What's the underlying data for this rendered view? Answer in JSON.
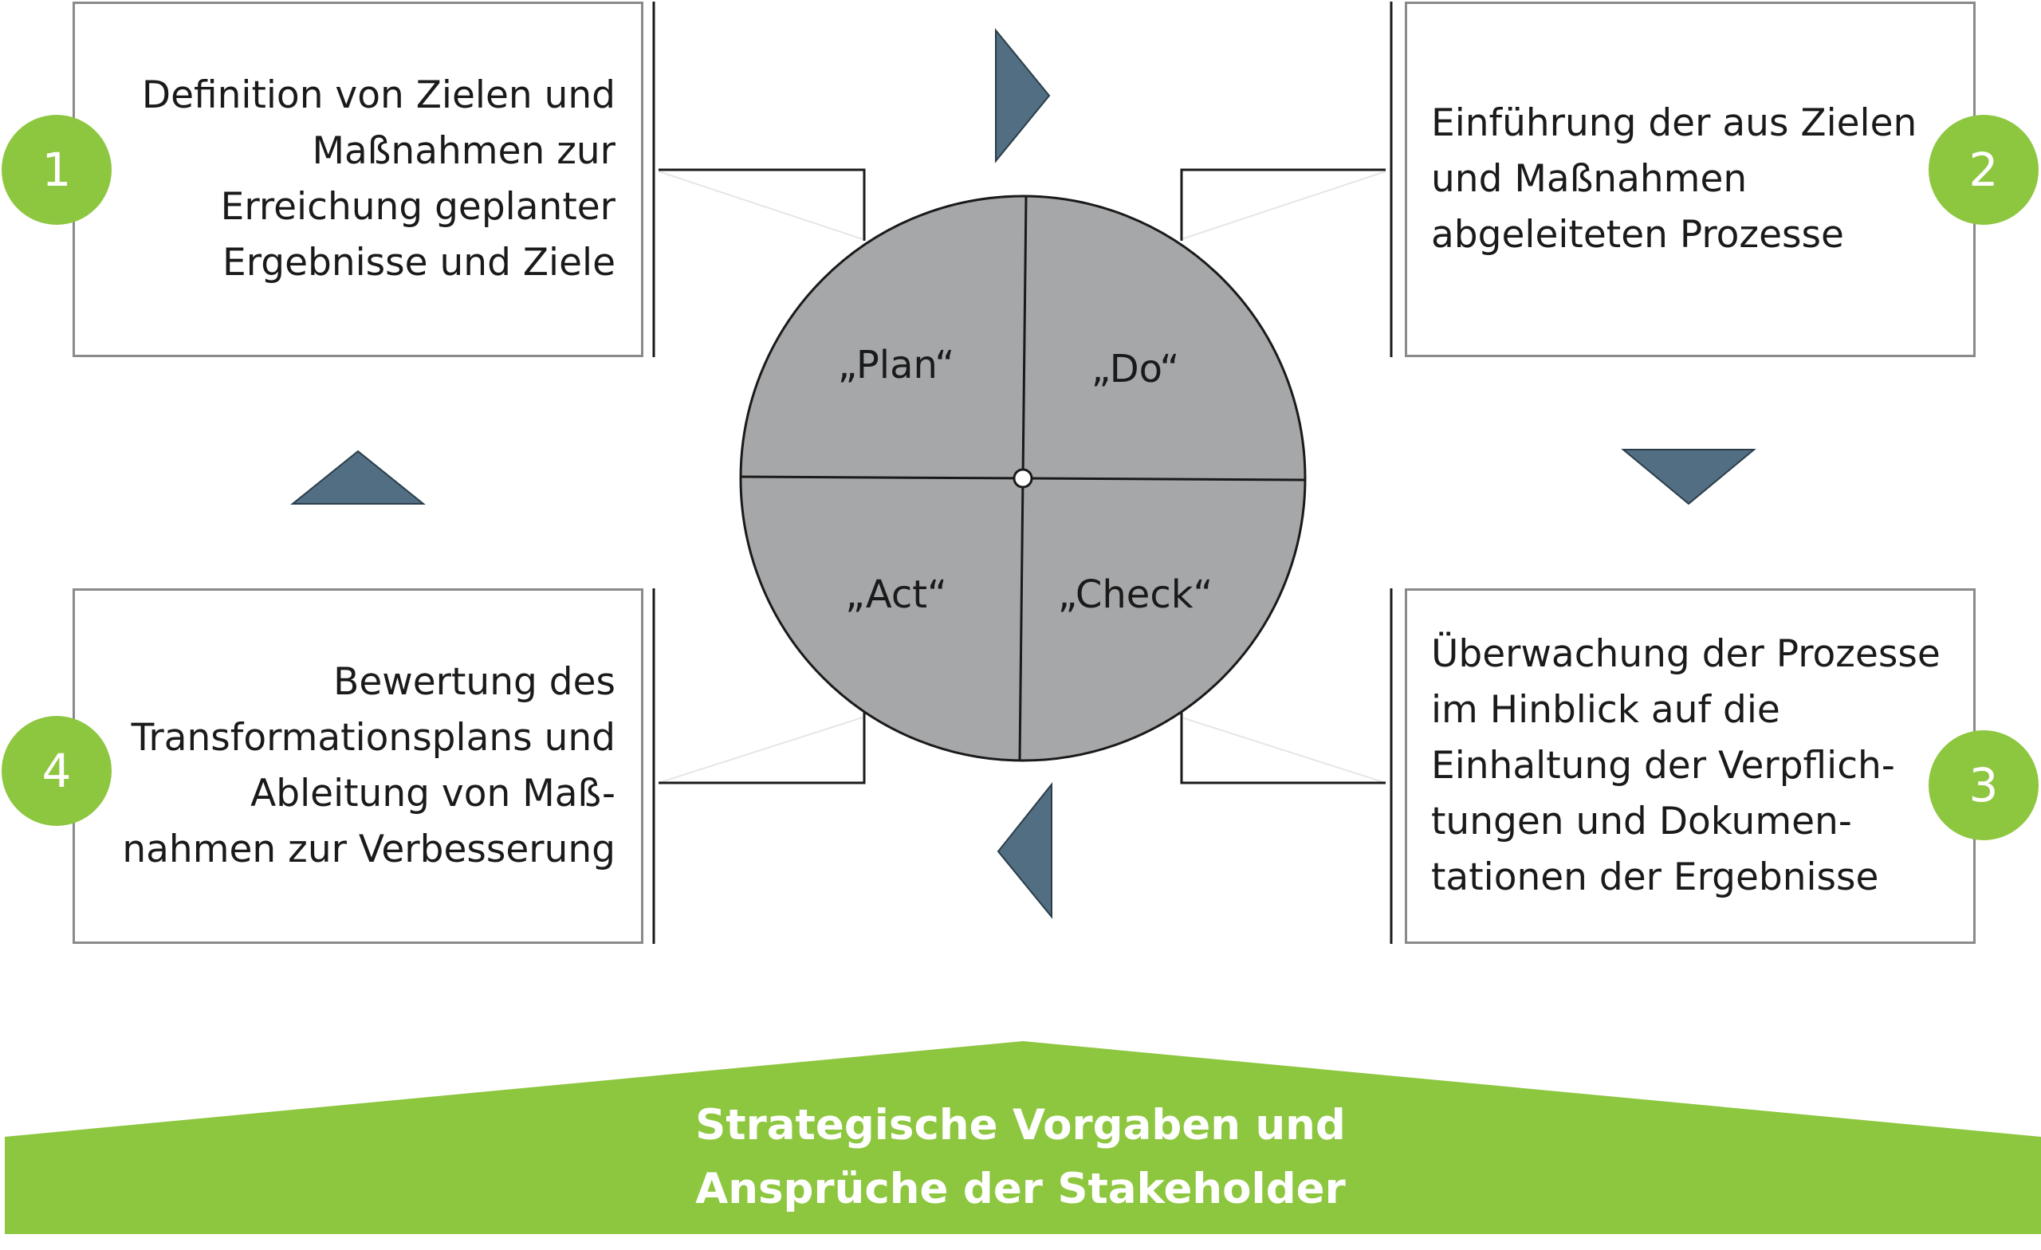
{
  "steps": [
    {
      "number": "1",
      "text": "Definition von Zielen und\nMaßnahmen zur\nErreichung geplanter\nErgebnisse und Ziele"
    },
    {
      "number": "2",
      "text": "Einführung der aus Zielen\nund Maßnahmen\nabgeleiteten Prozesse"
    },
    {
      "number": "3",
      "text": "Überwachung der Prozesse\nim Hinblick auf die\nEinhaltung der Verpflich-\ntungen und Dokumen-\ntationen der Ergebnisse"
    },
    {
      "number": "4",
      "text": "Bewertung des\nTransformationsplans und\nAbleitung von Maß-\nnahmen zur Verbesserung"
    }
  ],
  "cycle": {
    "plan": "„Plan“",
    "do": "„Do“",
    "check": "„Check“",
    "act": "„Act“"
  },
  "base": {
    "text": "Strategische Vorgaben und\nAnsprüche der Stakeholder"
  },
  "colors": {
    "accent_green": "#8dc63f",
    "circle_gray": "#a6a7a9",
    "arrow_blue_gray": "#526e82",
    "box_border": "#8a8a8a"
  }
}
